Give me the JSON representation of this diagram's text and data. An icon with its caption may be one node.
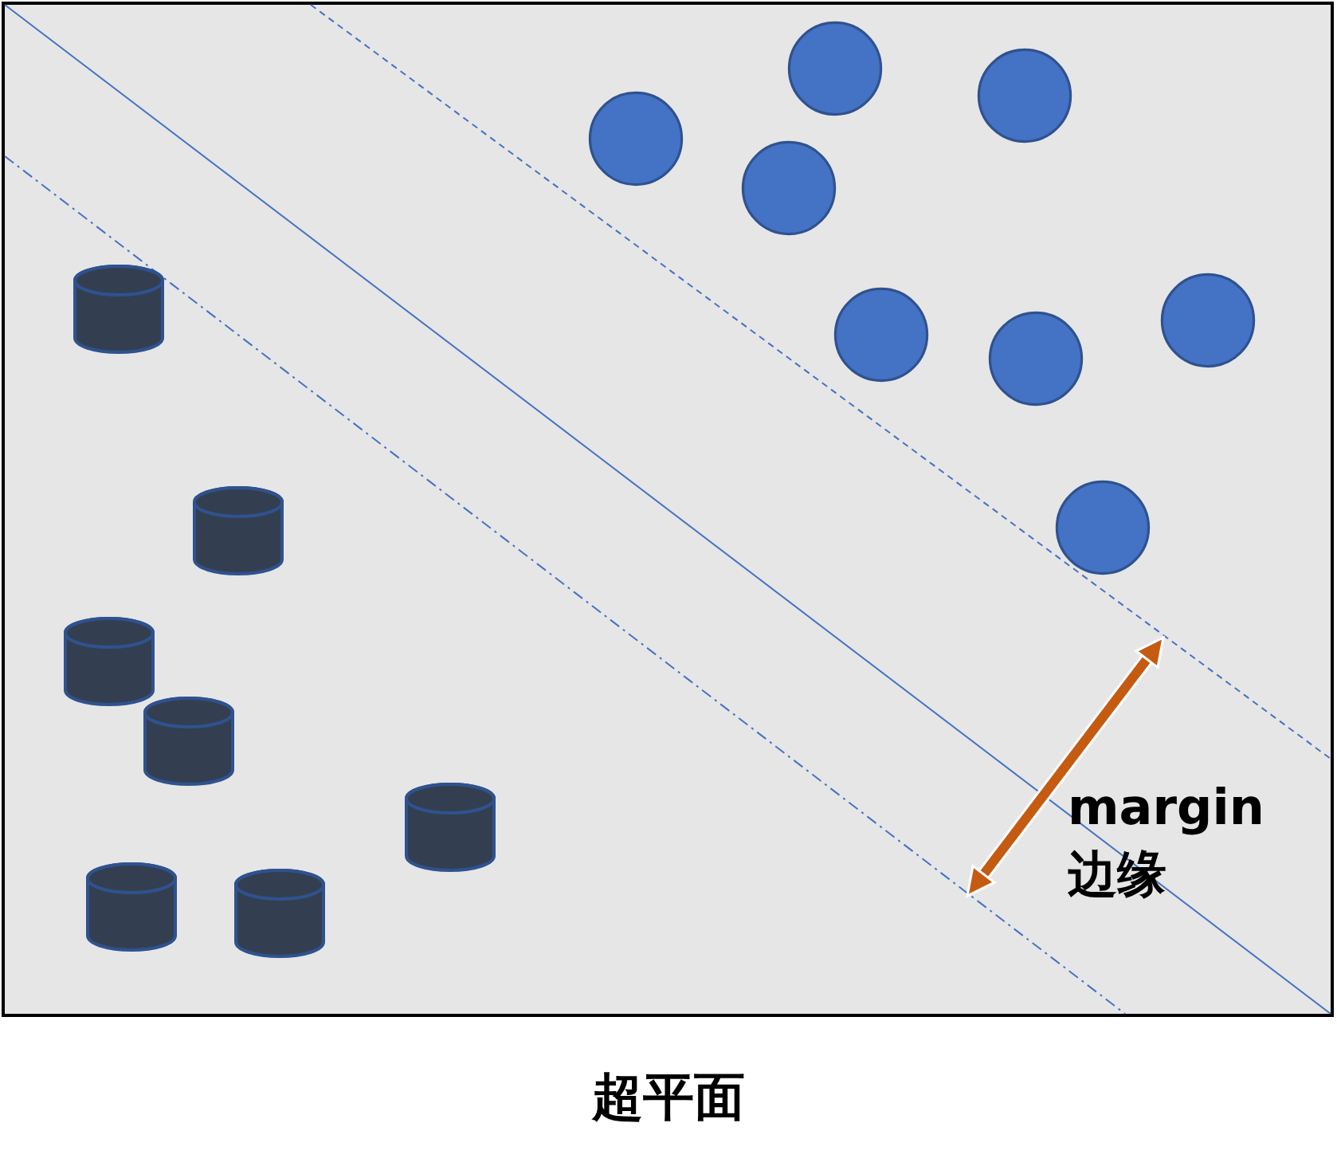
{
  "diagram": {
    "caption": "超平面",
    "nodes": [
      {
        "text": [],
        "shape": "circle"
      },
      {
        "text": [],
        "shape": "circle"
      },
      {
        "text": [],
        "shape": "circle"
      },
      {
        "text": [],
        "shape": "circle"
      },
      {
        "text": [],
        "shape": "circle"
      },
      {
        "text": [],
        "shape": "circle"
      },
      {
        "text": [],
        "shape": "circle"
      },
      {
        "text": [],
        "shape": "circle"
      },
      {
        "text": [],
        "shape": "cylinder"
      },
      {
        "text": [],
        "shape": "cylinder"
      },
      {
        "text": [],
        "shape": "cylinder"
      },
      {
        "text": [],
        "shape": "cylinder"
      },
      {
        "text": [],
        "shape": "cylinder"
      },
      {
        "text": [],
        "shape": "cylinder"
      },
      {
        "text": [],
        "shape": "cylinder"
      }
    ],
    "labels": [
      "margin 边缘"
    ]
  }
}
